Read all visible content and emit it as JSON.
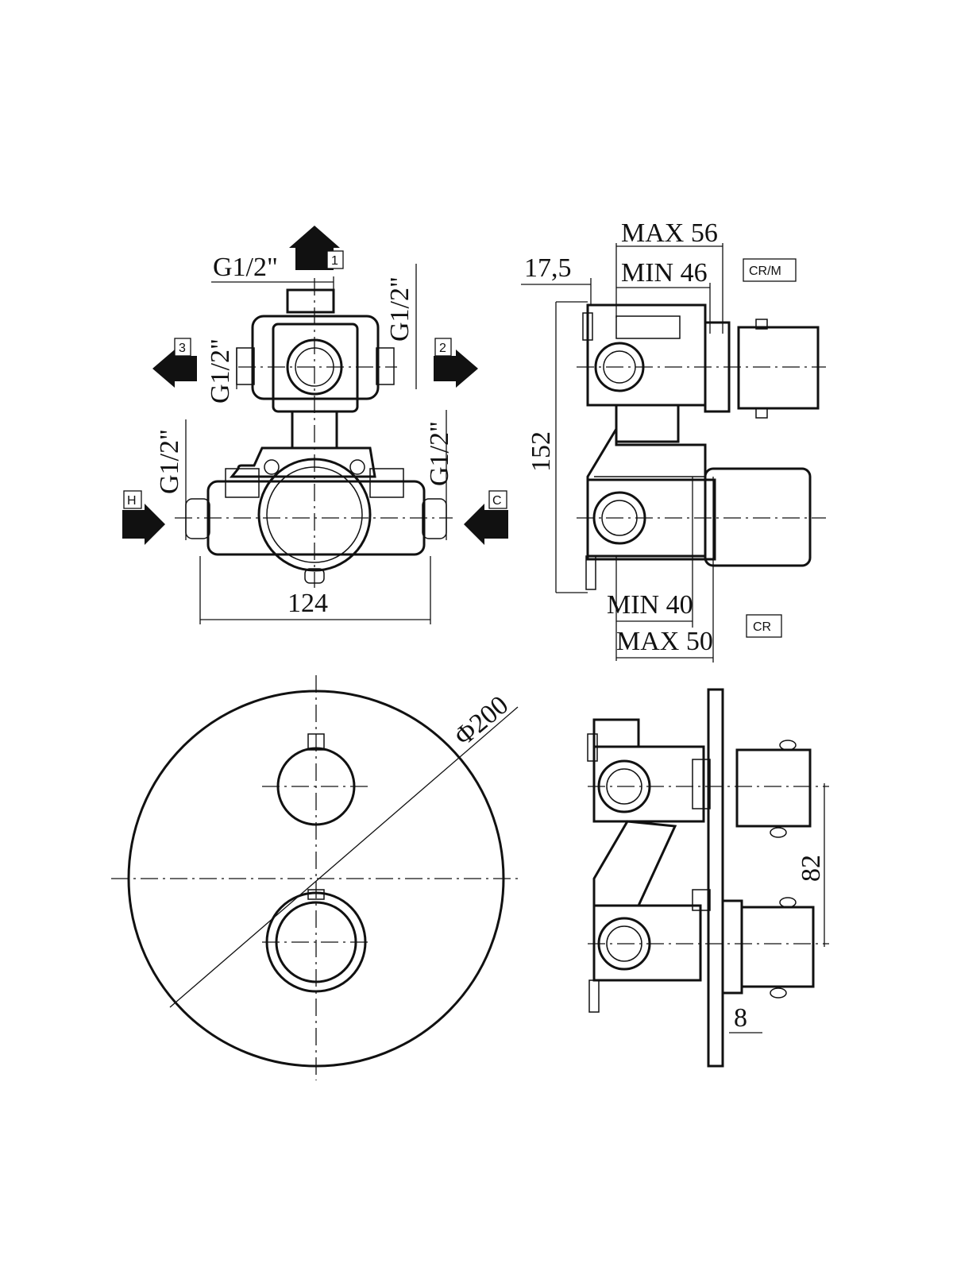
{
  "ports": {
    "p1": "1",
    "p2": "2",
    "p3": "3",
    "hot": "H",
    "cold": "C"
  },
  "threads": {
    "top": "G1/2\"",
    "right_upper": "G1/2\"",
    "left_upper": "G1/2\"",
    "left_lower": "G1/2\"",
    "right_lower": "G1/2\""
  },
  "dimensions": {
    "width": "124",
    "height": "152",
    "offset": "17,5",
    "max_top": "MAX 56",
    "min_top": "MIN 46",
    "min_bottom": "MIN 40",
    "max_bottom": "MAX 50",
    "diameter": "Φ200",
    "spacing": "82",
    "plate": "8"
  },
  "finishes": {
    "crm": "CR/M",
    "cr": "CR"
  }
}
